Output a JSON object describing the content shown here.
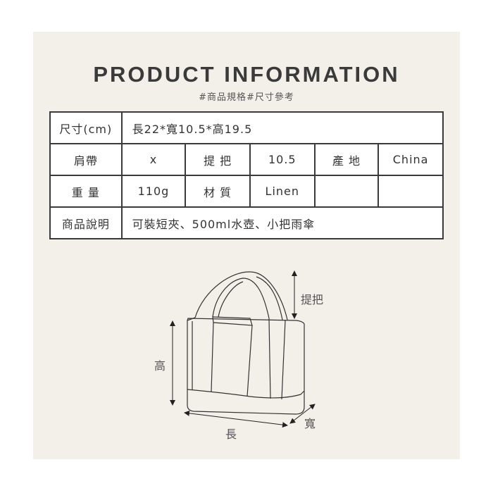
{
  "header": {
    "title": "PRODUCT INFORMATION",
    "subtitle": "#商品規格#尺寸參考"
  },
  "table": {
    "size_label": "尺寸(cm)",
    "size_value": "長22*寬10.5*高19.5",
    "strap_label": "肩帶",
    "strap_value": "x",
    "handle_label": "提 把",
    "handle_value": "10.5",
    "origin_label": "產 地",
    "origin_value": "China",
    "weight_label": "重 量",
    "weight_value": "110g",
    "material_label": "材 質",
    "material_value": "Linen",
    "desc_label": "商品說明",
    "desc_value": "可裝短夾、500ml水壺、小把雨傘"
  },
  "diagram": {
    "handle": "提把",
    "height": "高",
    "length": "長",
    "width": "寬"
  }
}
